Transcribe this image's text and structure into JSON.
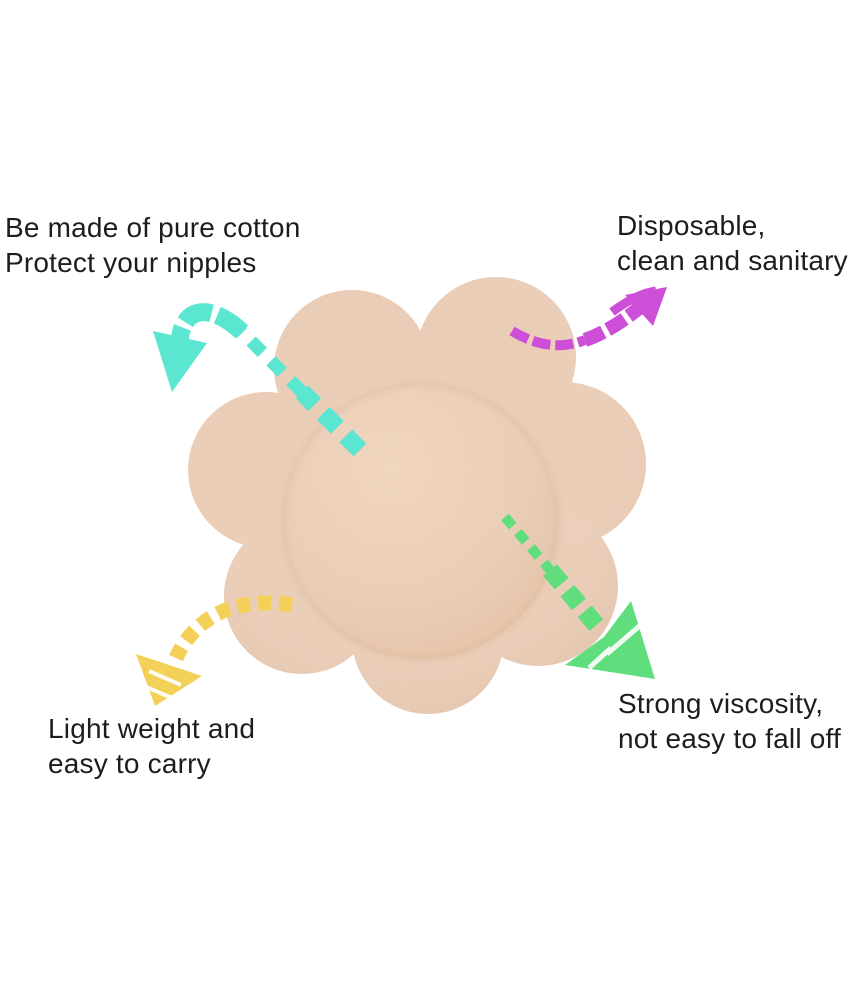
{
  "product": {
    "name": "flower-shaped adhesive nipple cover pad",
    "petal_color": "#eccfb9",
    "center_color_light": "#f3d8c2",
    "center_color_mid": "#eccfb8",
    "center_color_dark": "#e5c3a8"
  },
  "text_color": "#1d1d1d",
  "annotations": [
    {
      "id": "pure-cotton",
      "lines": [
        "Be made of pure cotton",
        "Protect your nipples"
      ],
      "arrow_color": "#5be6d1"
    },
    {
      "id": "disposable",
      "lines": [
        "Disposable,",
        "clean and sanitary"
      ],
      "arrow_color": "#cd4fd8"
    },
    {
      "id": "light-weight",
      "lines": [
        "Light weight and",
        "easy to carry"
      ],
      "arrow_color": "#f3d158"
    },
    {
      "id": "strong-viscosity",
      "lines": [
        "Strong viscosity,",
        "not easy to fall off"
      ],
      "arrow_color": "#60dd7c"
    }
  ]
}
